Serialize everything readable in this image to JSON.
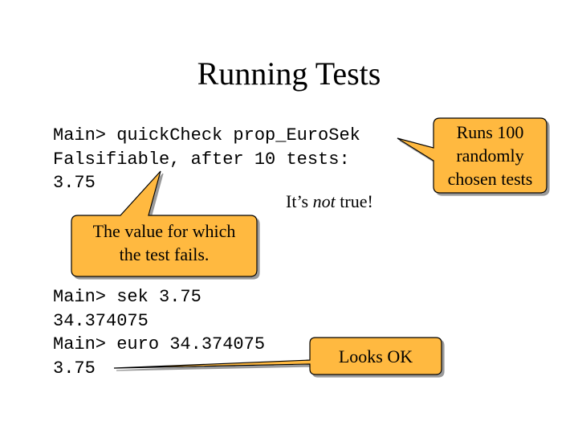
{
  "slide": {
    "title": "Running Tests",
    "code_block_1": [
      "Main> quickCheck prop_EuroSek",
      "Falsifiable, after 10 tests:",
      "3.75"
    ],
    "code_block_2": [
      "Main> sek 3.75",
      "34.374075",
      "Main> euro 34.374075",
      "3.75"
    ],
    "note_not_true": {
      "before": "It’s ",
      "emphasis": "not",
      "after": " true!"
    },
    "callouts": {
      "runs": [
        "Runs 100",
        "randomly",
        "chosen tests"
      ],
      "value_fails": [
        "The value for which",
        "the test fails."
      ],
      "looks_ok": "Looks OK"
    },
    "colors": {
      "callout_fill": "#ffb940",
      "callout_stroke": "#000000",
      "background": "#ffffff"
    }
  }
}
